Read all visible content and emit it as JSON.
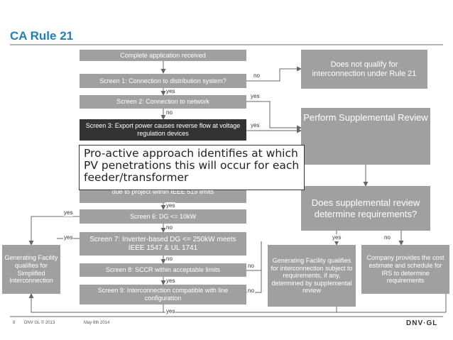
{
  "title": "CA Rule 21",
  "screens": {
    "start": "Complete application received",
    "s1": "Screen 1: Connection to distribution system?",
    "s2": "Screen 2: Connection to network",
    "s3": "Screen 3: Export power causes reverse flow at voltage regulation devices",
    "s5": "due to project within IEEE 519 limits",
    "s6": "Screen 6: DG <= 10kW",
    "s7": "Screen 7: Inverter-based DG <= 250kW meets IEEE 1547 & UL 1741",
    "s8": "Screen 8: SCCR within acceptable limits",
    "s9": "Screen 9: Interconnection compatible with line configuration"
  },
  "outcomes": {
    "not_qualify": "Does not qualify for interconnection under Rule 21",
    "perform_supplemental": "Perform Supplemental Review",
    "supplemental_question": "Does supplemental review determine requirements?",
    "qualifies_subject": "Generating Facility qualifies for interconnection subject to requirements, if any, determined by supplemental review",
    "company_provides": "Company provides the cost estimate and schedule for IRS to determine requirements",
    "simplified": "Generating Facility qualifies for Simplified Interconnection"
  },
  "callout": "Pro-active approach identifies at which PV penetrations this will occur for each feeder/transformer",
  "edge_labels": {
    "no": "no",
    "yes": "yes"
  },
  "footer": {
    "page": "8",
    "copyright": "DNV GL © 2013",
    "date": "May 6th 2014",
    "logo": "DNV·GL"
  },
  "colors": {
    "title": "#1f7fb6",
    "box_gray": "#a0a0a0",
    "box_dark": "#333333",
    "connector": "#666666"
  }
}
